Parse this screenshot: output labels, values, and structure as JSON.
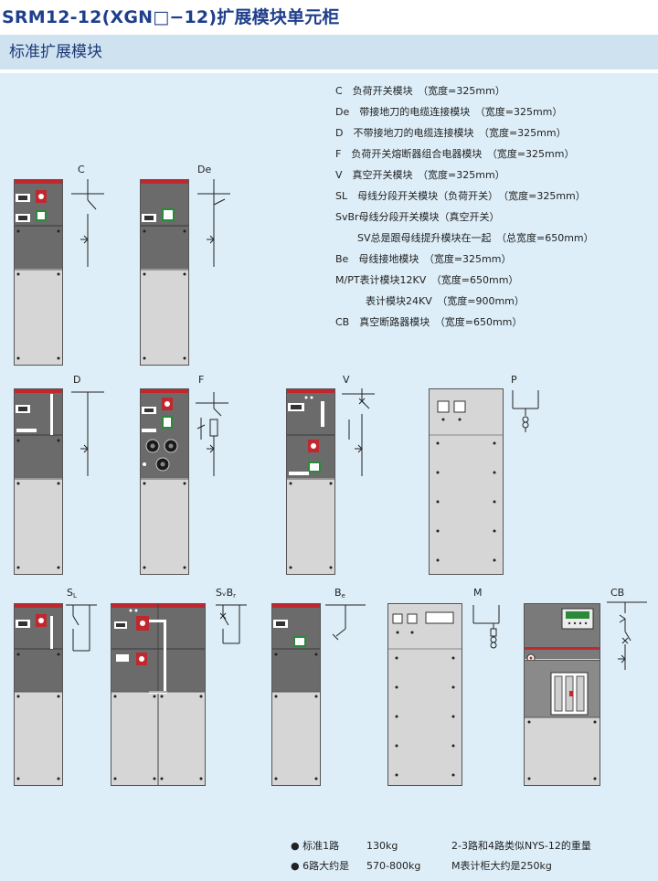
{
  "header": {
    "title": "SRM12-12(XGN□−12)扩展模块单元柜",
    "subtitle": "标准扩展模块"
  },
  "specs": [
    {
      "text": "C　负荷开关模块　（宽度=325mm）",
      "indent": 0
    },
    {
      "text": "De　带接地刀的电缆连接模块　（宽度=325mm）",
      "indent": 0
    },
    {
      "text": "D　不带接地刀的电缆连接模块　（宽度=325mm）",
      "indent": 0
    },
    {
      "text": "F　负荷开关熔断器组合电器模块　（宽度=325mm）",
      "indent": 0
    },
    {
      "text": "V　真空开关模块　（宽度=325mm）",
      "indent": 0
    },
    {
      "text": "SL　母线分段开关模块（负荷开关）　（宽度=325mm）",
      "indent": 0
    },
    {
      "text": "SvBr母线分段开关模块（真空开关）",
      "indent": 0
    },
    {
      "text": "SV总是跟母线提升模块在一起　（总宽度=650mm）",
      "indent": 1
    },
    {
      "text": "Be　母线接地模块　（宽度=325mm）",
      "indent": 0
    },
    {
      "text": "M/PT表计模块12KV　（宽度=650mm）",
      "indent": 0
    },
    {
      "text": "表计模块24KV　（宽度=900mm）",
      "indent": 2
    },
    {
      "text": "CB　真空断路器模块　（宽度=650mm）",
      "indent": 0
    }
  ],
  "labels": {
    "C": "C",
    "De": "De",
    "D": "D",
    "F": "F",
    "V": "V",
    "P": "P",
    "S": "S",
    "L": "L",
    "Sv": "SᵥB",
    "r": "r",
    "B": "B",
    "e": "e",
    "M": "M",
    "CB": "CB"
  },
  "notes": [
    {
      "bullet": "●",
      "label": "标准1路",
      "value": "130kg",
      "extra": "2-3路和4路类似NYS-12的重量"
    },
    {
      "bullet": "●",
      "label": "6路大约是",
      "value": "570-800kg",
      "extra": "M表计柜大约是250kg"
    }
  ],
  "colors": {
    "title": "#1f3f8c",
    "titlebar": "#cfe2ef",
    "panel": "#ddeef8",
    "cabinet_dark": "#6b6b6b",
    "cabinet_light": "#d6d6d6",
    "cabinet_red": "#c0282e"
  }
}
